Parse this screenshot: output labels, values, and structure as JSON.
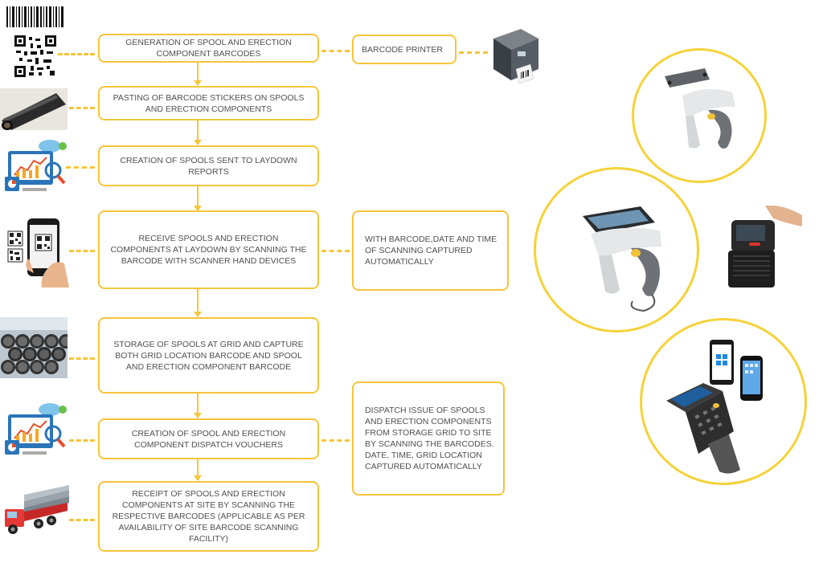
{
  "steps": [
    {
      "text": "GENERATION OF SPOOL AND ERECTION COMPONENT BARCODES"
    },
    {
      "text": "PASTING OF BARCODE STICKERS ON SPOOLS AND ERECTION COMPONENTS"
    },
    {
      "text": "CREATION OF SPOOLS SENT TO LAYDOWN REPORTS"
    },
    {
      "text": "RECEIVE SPOOLS AND ERECTION COMPONENTS AT LAYDOWN BY SCANNING THE BARCODE WITH SCANNER HAND DEVICES"
    },
    {
      "text": "STORAGE OF SPOOLS AT GRID AND CAPTURE BOTH GRID LOCATION BARCODE AND SPOOL AND ERECTION COMPONENT BARCODE"
    },
    {
      "text": "CREATION OF SPOOL AND ERECTION COMPONENT DISPATCH VOUCHERS"
    },
    {
      "text": "RECEIPT OF SPOOLS AND ERECTION COMPONENTS AT SITE BY SCANNING THE RESPECTIVE BARCODES (APPLICABLE AS PER AVAILABILITY OF SITE BARCODE SCANNING FACILITY)"
    }
  ],
  "side_notes": [
    {
      "text": "BARCODE PRINTER"
    },
    {
      "text": "WITH BARCODE,DATE AND TIME OF SCANNING CAPTURED AUTOMATICALLY"
    },
    {
      "text": "DISPATCH ISSUE OF SPOOLS AND ERECTION COMPONENTS FROM STORAGE GRID TO SITE BY SCANNING THE BARCODES. DATE, TIME, GRID LOCATION CAPTURED AUTOMATICALLY"
    }
  ],
  "icons": [
    "barcode-qr-icon",
    "pipe-icon",
    "report-analytics-icon",
    "phone-scan-icon",
    "pipe-stack-icon",
    "report-analytics-icon",
    "truck-icon",
    "barcode-printer-icon",
    "rfid-sled-scanner-icon",
    "handheld-scanner-icon",
    "mobile-computer-icon"
  ],
  "colors": {
    "accent": "#f5c53a",
    "text": "#505050"
  }
}
